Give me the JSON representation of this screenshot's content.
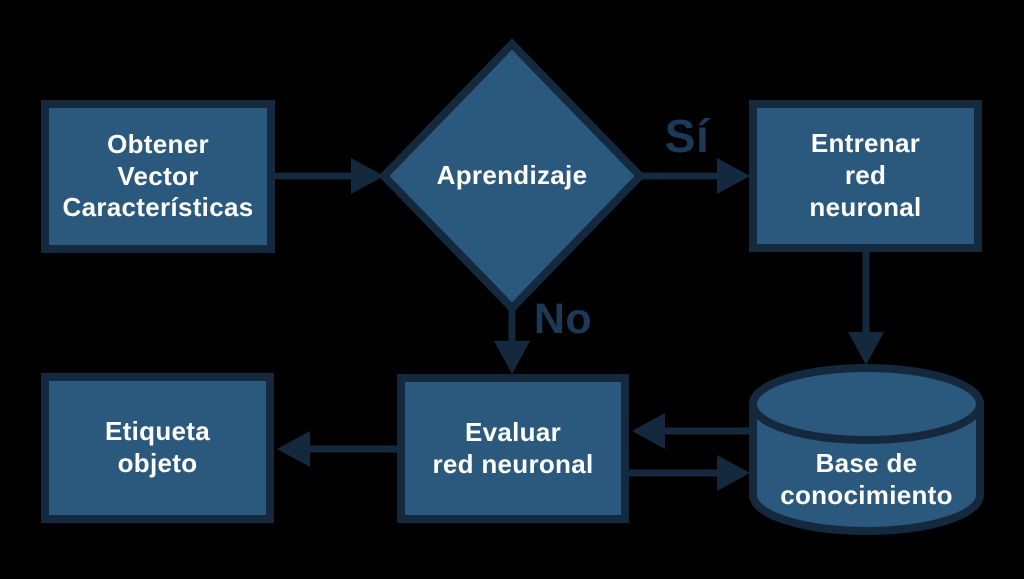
{
  "diagram": {
    "type": "flowchart",
    "language": "es",
    "colors": {
      "node_fill": "#2B587D",
      "node_stroke": "#15293E",
      "node_text": "#FFFFFF",
      "connector": "#15293E",
      "branch_label": "#1C3A57",
      "background": "#000000"
    },
    "nodes": {
      "obtener": {
        "type": "process",
        "lines": [
          "Obtener",
          "Vector",
          "Características"
        ]
      },
      "aprendizaje": {
        "type": "decision",
        "label": "Aprendizaje"
      },
      "entrenar": {
        "type": "process",
        "lines": [
          "Entrenar",
          "red",
          "neuronal"
        ]
      },
      "etiqueta": {
        "type": "process",
        "lines": [
          "Etiqueta",
          "objeto"
        ]
      },
      "evaluar": {
        "type": "process",
        "lines": [
          "Evaluar",
          "red neuronal"
        ]
      },
      "base_conocimiento": {
        "type": "database",
        "lines": [
          "Base de",
          "conocimiento"
        ]
      }
    },
    "branches": {
      "yes": "Sí",
      "no": "No"
    },
    "edges": [
      {
        "from": "obtener",
        "to": "aprendizaje",
        "label": ""
      },
      {
        "from": "aprendizaje",
        "to": "entrenar",
        "label": "Sí"
      },
      {
        "from": "aprendizaje",
        "to": "evaluar",
        "label": "No"
      },
      {
        "from": "entrenar",
        "to": "base_conocimiento",
        "label": ""
      },
      {
        "from": "base_conocimiento",
        "to": "evaluar",
        "label": ""
      },
      {
        "from": "evaluar",
        "to": "base_conocimiento",
        "label": ""
      },
      {
        "from": "evaluar",
        "to": "etiqueta",
        "label": ""
      }
    ]
  }
}
